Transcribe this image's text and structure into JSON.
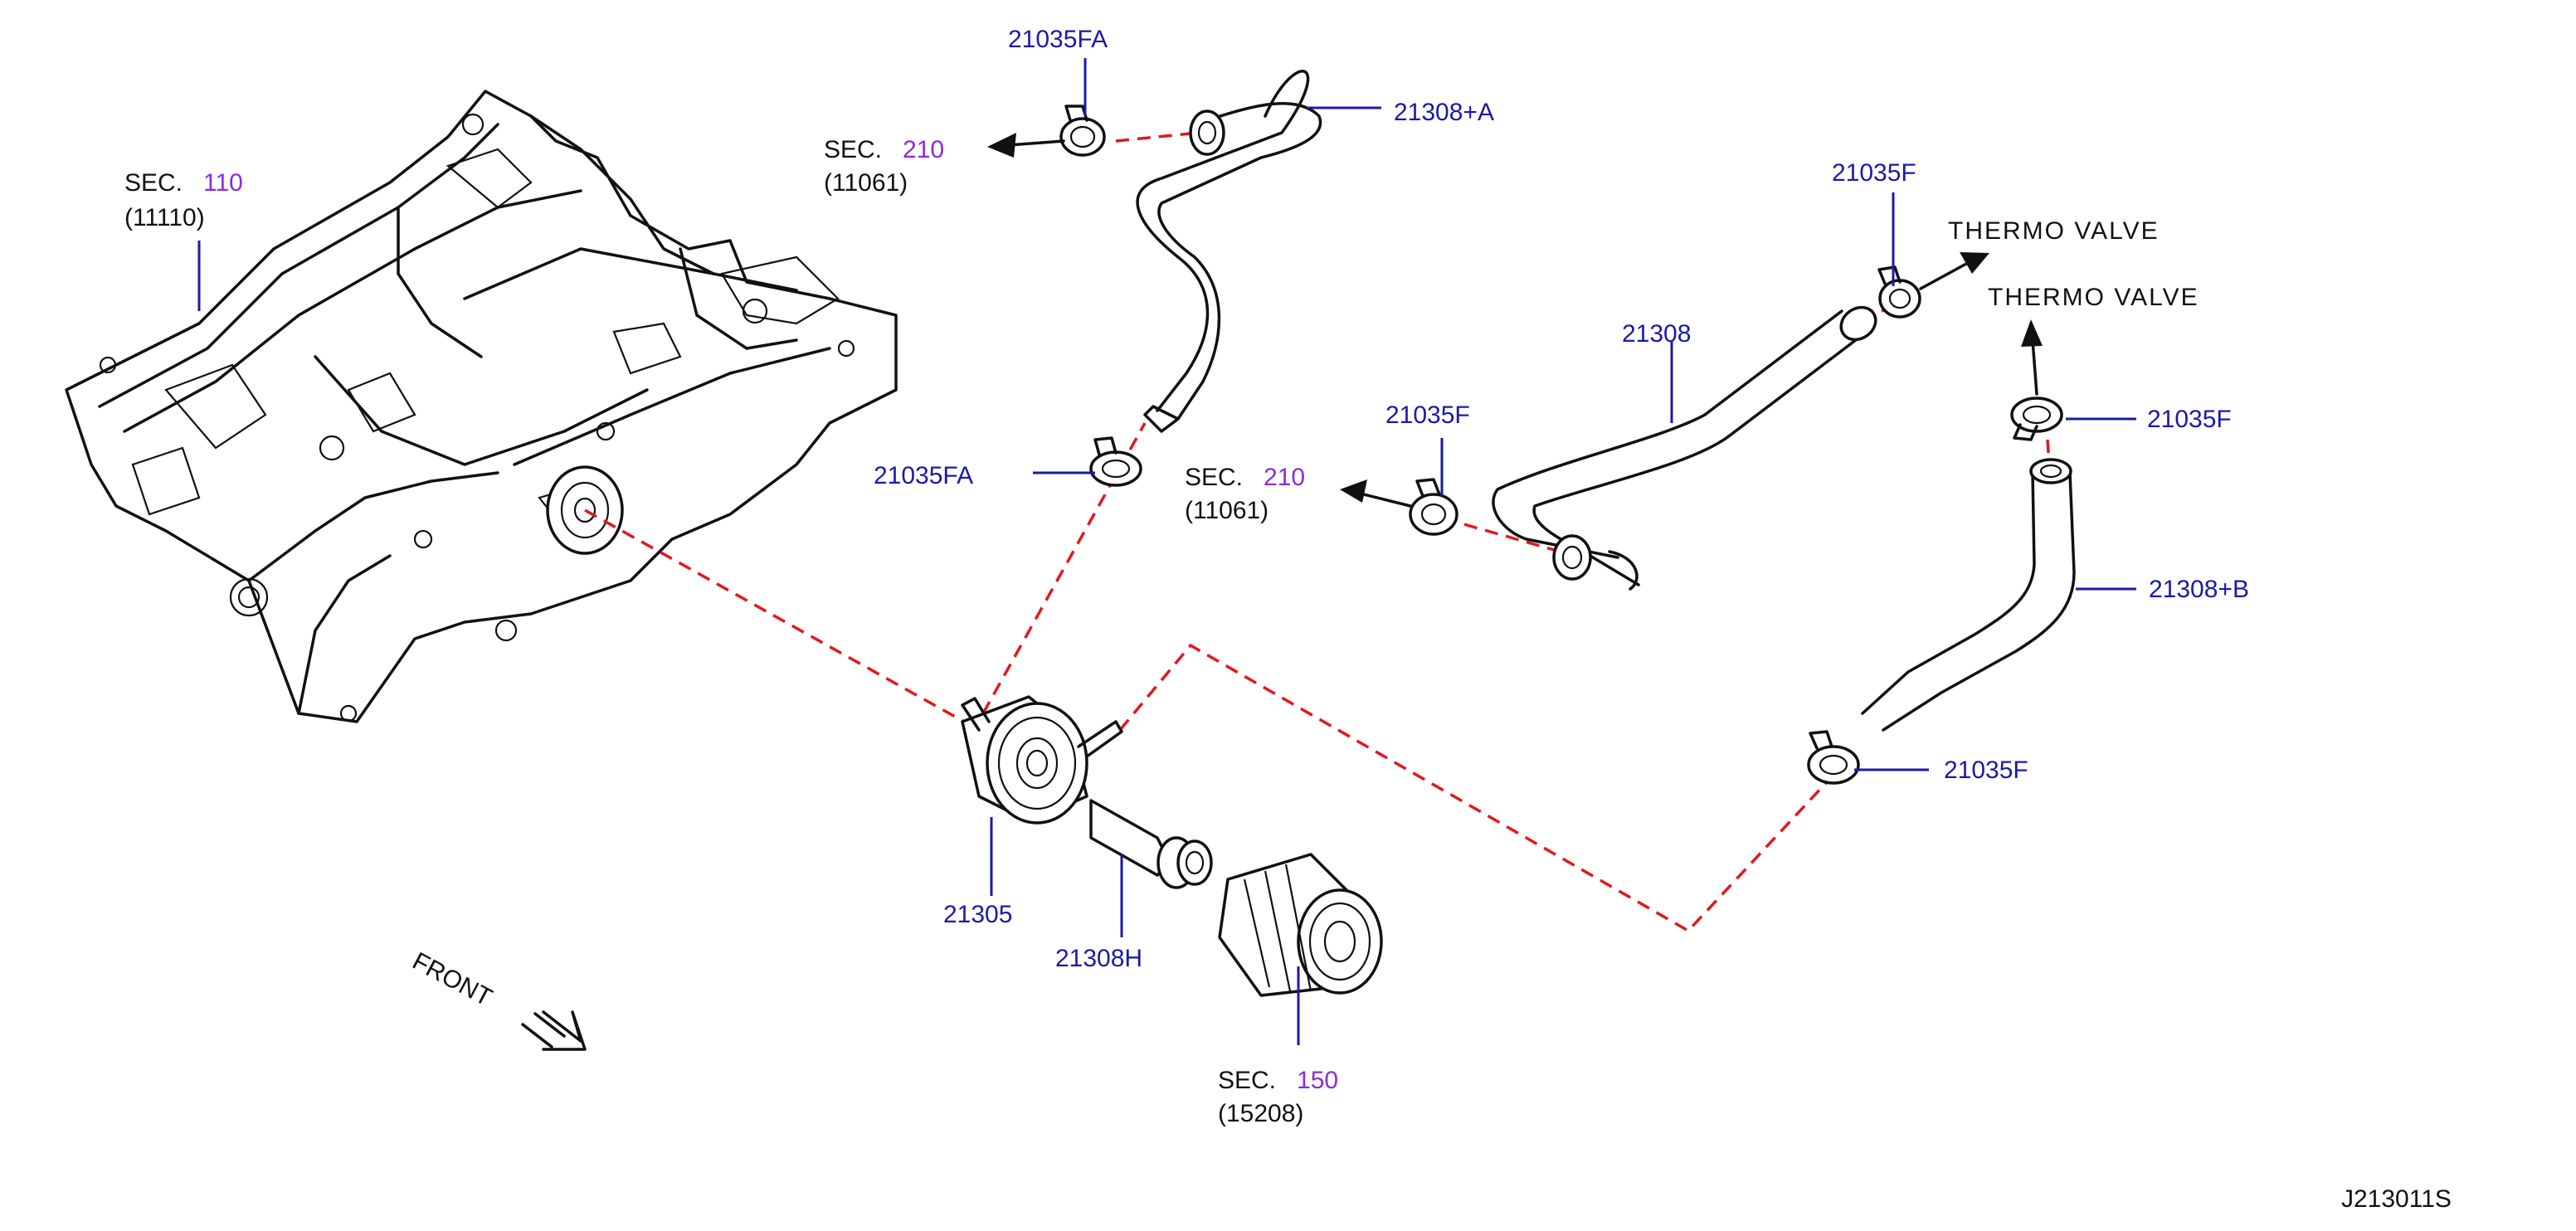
{
  "labels": {
    "sec110": {
      "sec": "SEC.",
      "num": "110",
      "ref": "(11110)"
    },
    "sec210_top": {
      "sec": "SEC.",
      "num": "210",
      "ref": "(11061)"
    },
    "sec210_mid": {
      "sec": "SEC.",
      "num": "210",
      "ref": "(11061)"
    },
    "sec150": {
      "sec": "SEC.",
      "num": "150",
      "ref": "(15208)"
    },
    "p21035FA_top": "21035FA",
    "p21035FA_low": "21035FA",
    "p21308A": "21308+A",
    "p21035F_top": "21035F",
    "p21035F_mid": "21035F",
    "p21035F_right": "21035F",
    "p21035F_bottom": "21035F",
    "p21308": "21308",
    "p21308B": "21308+B",
    "p21305": "21305",
    "p21308H": "21308H",
    "thermo_valve_1": "THERMO   VALVE",
    "thermo_valve_2": "THERMO   VALVE",
    "front": "FRONT",
    "diagram_id": "J213011S"
  },
  "colors": {
    "part_label": "#1a1aa8",
    "section_number": "#8a2be2",
    "dashed_link": "#e0191e",
    "line_art": "#111111"
  }
}
